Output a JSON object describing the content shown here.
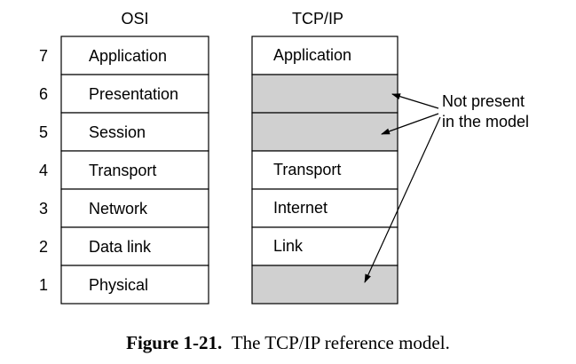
{
  "osi": {
    "header": "OSI",
    "layers": [
      {
        "number": "7",
        "name": "Application"
      },
      {
        "number": "6",
        "name": "Presentation"
      },
      {
        "number": "5",
        "name": "Session"
      },
      {
        "number": "4",
        "name": "Transport"
      },
      {
        "number": "3",
        "name": "Network"
      },
      {
        "number": "2",
        "name": "Data link"
      },
      {
        "number": "1",
        "name": "Physical"
      }
    ]
  },
  "tcpip": {
    "header": "TCP/IP",
    "layers": [
      {
        "name": "Application",
        "present": true
      },
      {
        "name": "",
        "present": false
      },
      {
        "name": "",
        "present": false
      },
      {
        "name": "Transport",
        "present": true
      },
      {
        "name": "Internet",
        "present": true
      },
      {
        "name": "Link",
        "present": true
      },
      {
        "name": "",
        "present": false
      }
    ]
  },
  "annotation": {
    "line1": "Not present",
    "line2": "in the model"
  },
  "caption": {
    "label": "Figure 1-21.",
    "text": "The TCP/IP reference model."
  },
  "colors": {
    "absent_fill": "#d0d0d0",
    "present_fill": "#ffffff",
    "stroke": "#000000"
  }
}
